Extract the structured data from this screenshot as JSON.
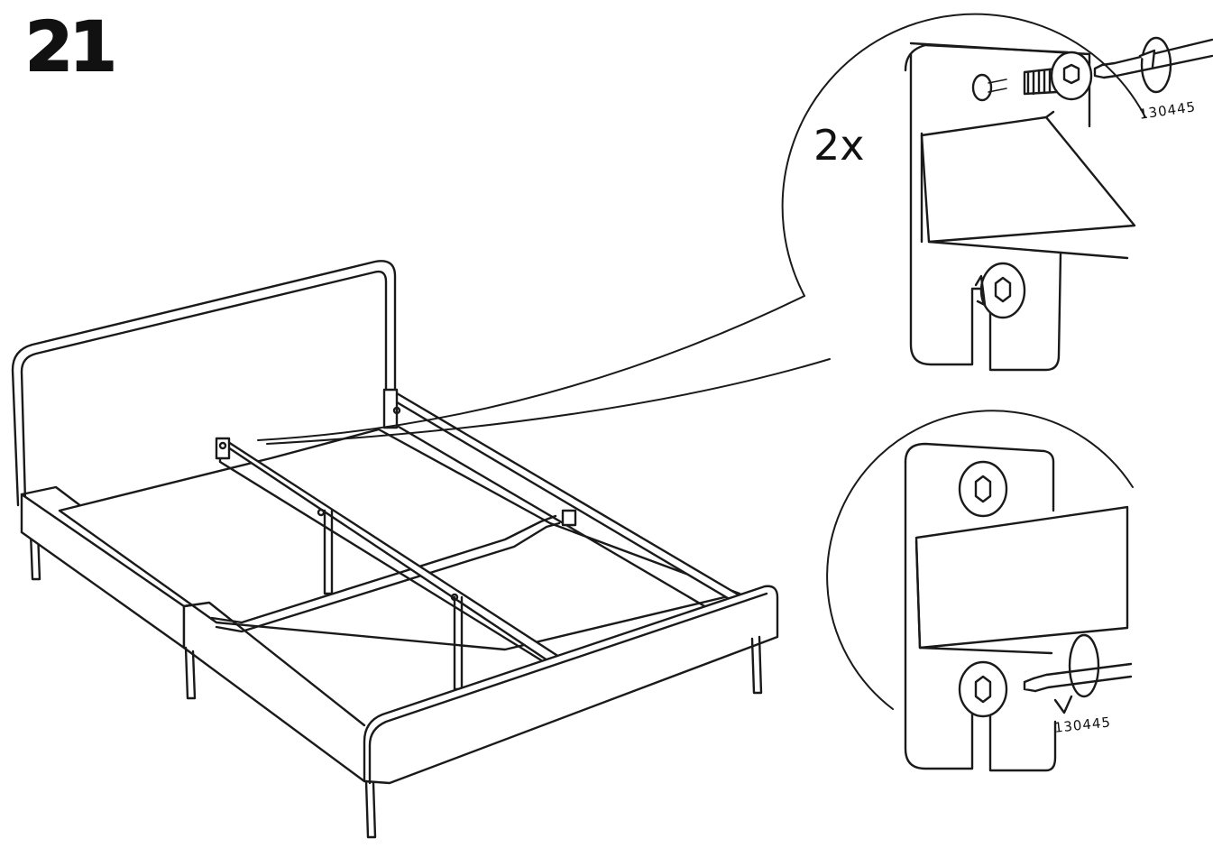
{
  "step": {
    "number": "21"
  },
  "detail": {
    "quantity": "2x",
    "part_number_top": "130445",
    "part_number_bottom": "130445"
  },
  "colors": {
    "line": "#1a1a1a",
    "background": "#ffffff"
  },
  "icons": [
    "bed-frame",
    "bolt-icon",
    "allen-key-icon",
    "rotation-arrow-icon"
  ]
}
